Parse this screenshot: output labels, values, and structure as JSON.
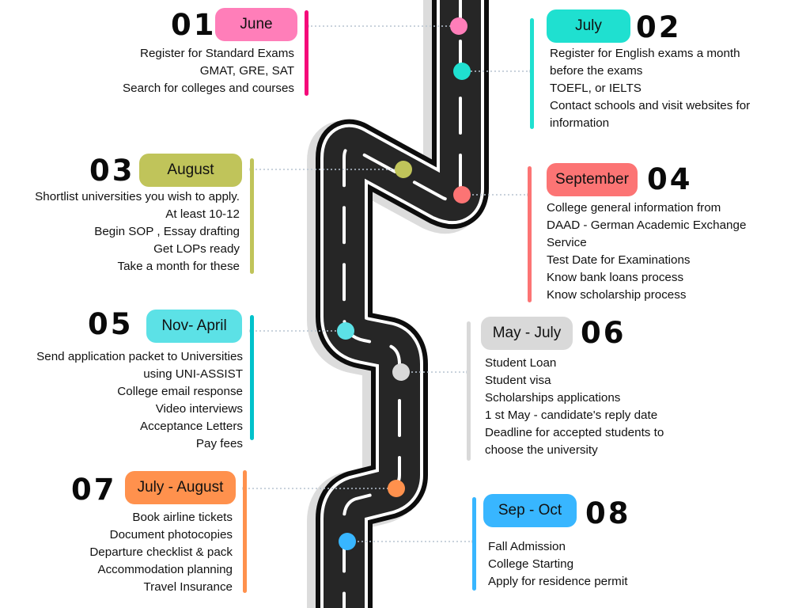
{
  "title": "Study abroad timeline roadmap",
  "steps": [
    {
      "number": "01",
      "period": "June",
      "color": "#ff7eb9",
      "bar_color": "#f5097a",
      "side": "left",
      "items": [
        "Register for Standard Exams",
        "GMAT, GRE, SAT",
        "Search for colleges and courses"
      ]
    },
    {
      "number": "02",
      "period": "July",
      "color": "#1fe0d0",
      "bar_color": "#1fe0d0",
      "side": "right",
      "items": [
        "Register for English exams a month",
        "before the exams",
        "TOEFL, or IELTS",
        "Contact schools and visit websites for",
        "information"
      ]
    },
    {
      "number": "03",
      "period": "August",
      "color": "#c0c45a",
      "bar_color": "#c0c45a",
      "side": "left",
      "items": [
        "Shortlist universities you wish to apply.",
        "At least 10-12",
        "Begin SOP , Essay drafting",
        "Get LOPs ready",
        "Take a month for these"
      ]
    },
    {
      "number": "04",
      "period": "September",
      "color": "#fc7474",
      "bar_color": "#fc7474",
      "side": "right",
      "items": [
        "College general information from",
        "DAAD - German Academic Exchange",
        "Service",
        "Test Date for Examinations",
        "Know bank loans process",
        "Know scholarship process"
      ]
    },
    {
      "number": "05",
      "period": "Nov- April",
      "color": "#5ce1e6",
      "bar_color": "#00c2cb",
      "side": "left",
      "items": [
        "Send application packet to Universities",
        "using UNI-ASSIST",
        "College email response",
        "Video interviews",
        "Acceptance Letters",
        "Pay fees"
      ]
    },
    {
      "number": "06",
      "period": "May - July",
      "color": "#d9d9d9",
      "bar_color": "#d9d9d9",
      "side": "right",
      "items": [
        "Student Loan",
        "Student visa",
        "Scholarships applications",
        "1 st May - candidate's reply date",
        "Deadline for accepted students to",
        "choose the university"
      ]
    },
    {
      "number": "07",
      "period": "July - August",
      "color": "#ff914d",
      "bar_color": "#ff914d",
      "side": "left",
      "items": [
        "Book airline tickets",
        "Document photocopies",
        "Departure checklist & pack",
        "Accommodation planning",
        "Travel Insurance"
      ]
    },
    {
      "number": "08",
      "period": "Sep - Oct",
      "color": "#38b6ff",
      "bar_color": "#38b6ff",
      "side": "right",
      "items": [
        "Fall Admission",
        "College Starting",
        "Apply for residence permit"
      ]
    }
  ],
  "road": {
    "asphalt_color": "#262626",
    "edge_color": "#0d0d0d",
    "shadow_color": "#dcdcdc",
    "connector_color": "#b7c3d0"
  }
}
